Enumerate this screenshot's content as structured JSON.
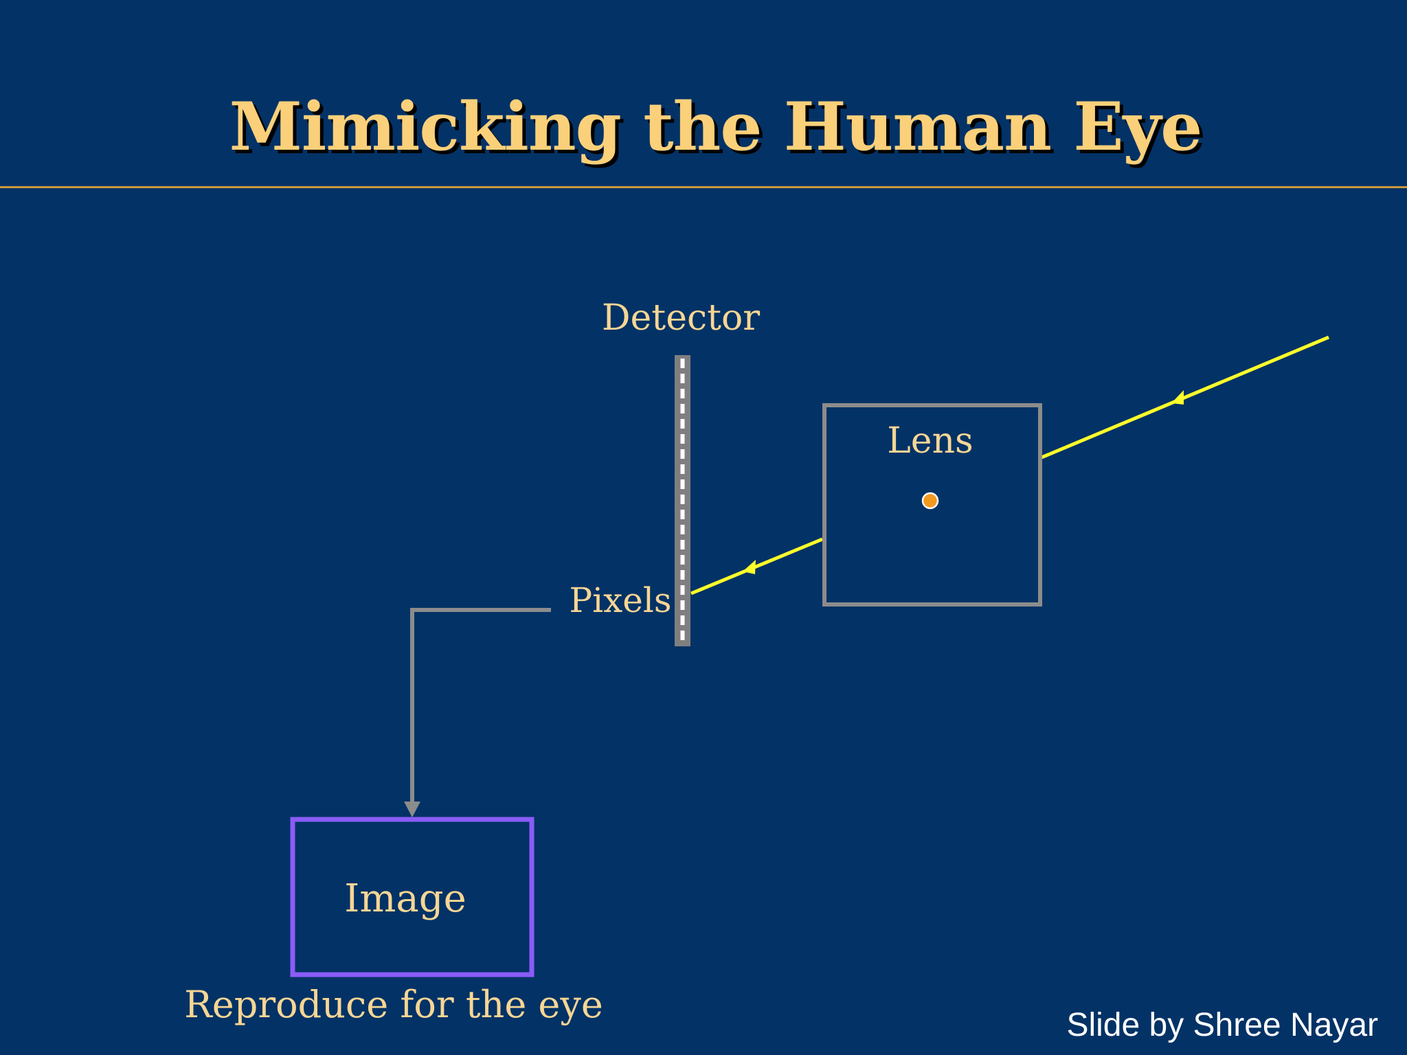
{
  "slide": {
    "title": "Mimicking the Human Eye",
    "credit": "Slide by Shree Nayar"
  },
  "diagram": {
    "detector_label": "Detector",
    "lens_label": "Lens",
    "pixels_label": "Pixels",
    "image_label": "Image",
    "image_caption": "Reproduce for the eye"
  },
  "colors": {
    "background": "#033266",
    "title": "#FBD07A",
    "label": "#F7D694",
    "light_ray": "#FFFF2A",
    "box_outline": "#8C8C8C",
    "image_box": "#8A5CF6",
    "lens_center": "#F29A1F"
  },
  "icons": {
    "detector": "dashed-pixel-strip",
    "lens_center": "orange-dot-icon",
    "ray_arrow": "arrowhead-icon"
  }
}
